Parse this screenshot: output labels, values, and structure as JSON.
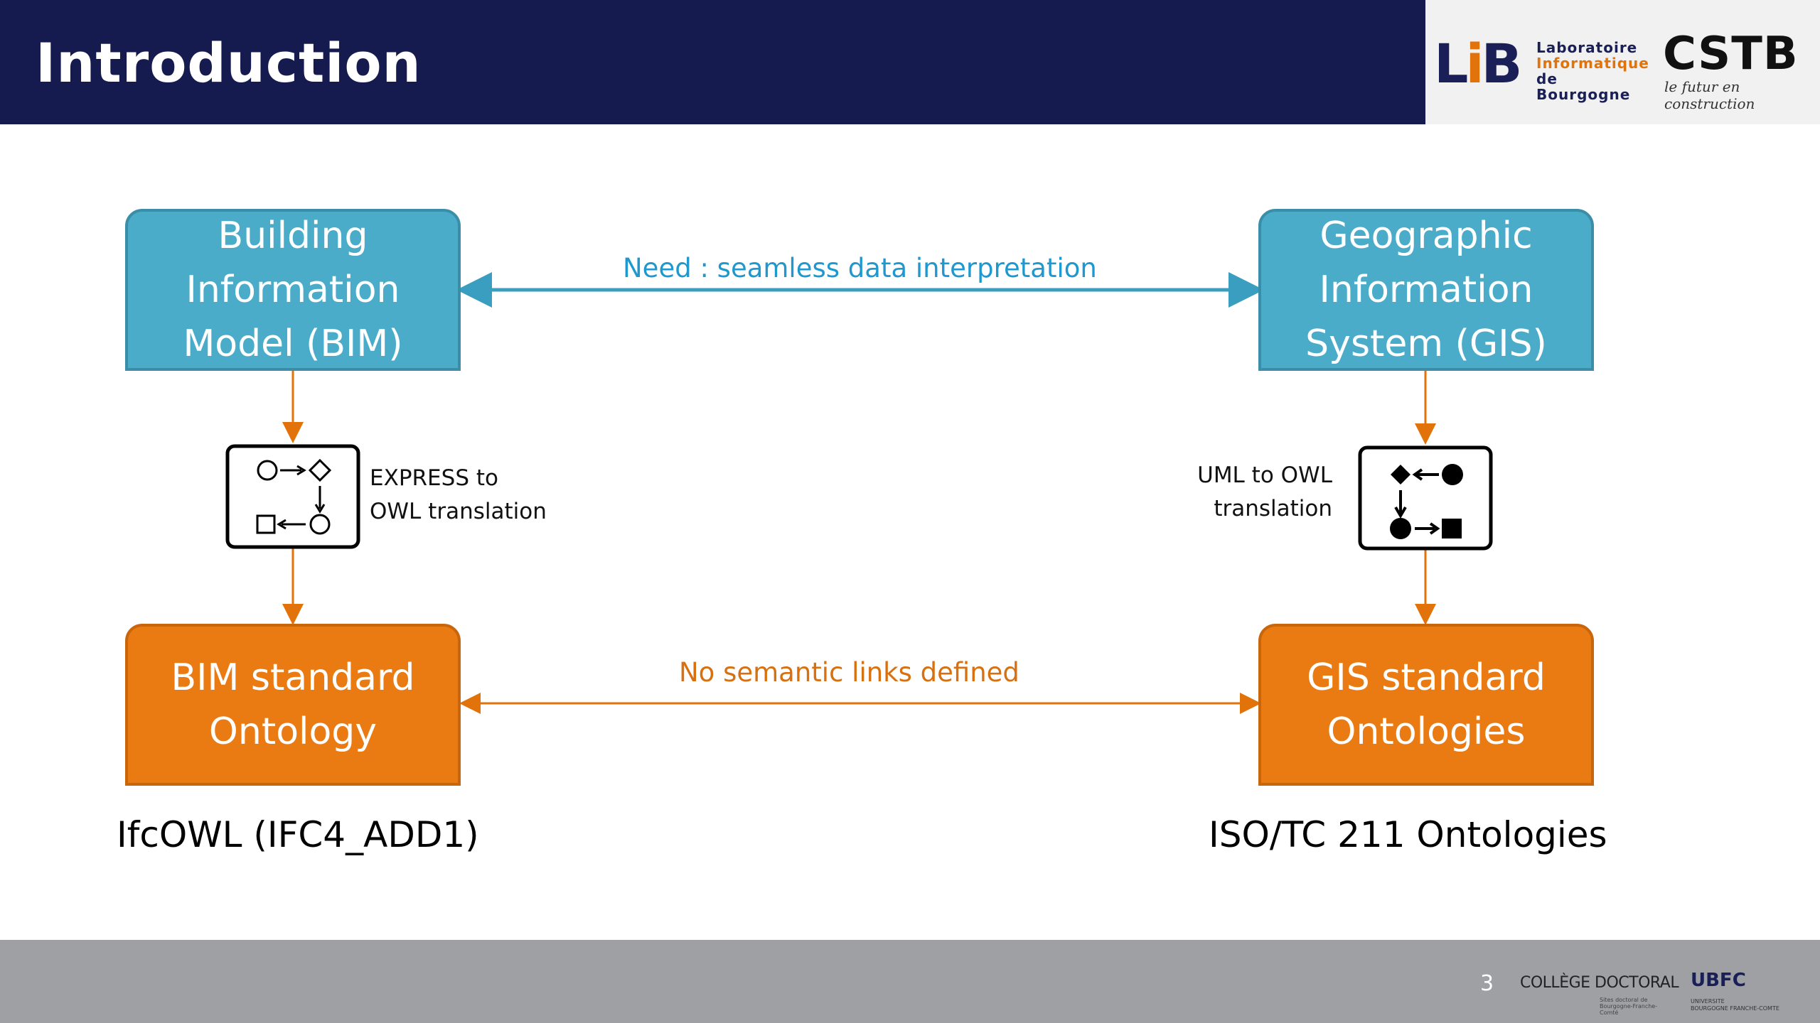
{
  "header": {
    "title": "Introduction",
    "logo_lib": {
      "mark_l": "L",
      "mark_i": "i",
      "mark_b": "B",
      "line1": "Laboratoire",
      "line2": "Informatique",
      "line3": "de Bourgogne"
    },
    "logo_cstb": {
      "name": "CSTB",
      "tagline": "le futur en construction"
    }
  },
  "diagram": {
    "bim_box": [
      "Building",
      "Information",
      "Model (BIM)"
    ],
    "gis_box": [
      "Geographic",
      "Information",
      "System (GIS)"
    ],
    "need_label": "Need : seamless data interpretation",
    "express_label": [
      "EXPRESS to",
      "OWL translation"
    ],
    "uml_label": [
      "UML to OWL",
      "translation"
    ],
    "bim_ontology_box": [
      "BIM standard",
      "Ontology"
    ],
    "gis_ontology_box": [
      "GIS standard",
      "Ontologies"
    ],
    "no_links_label": "No semantic links defined",
    "bim_ontology_name": "IfcOWL (IFC4_ADD1)",
    "gis_ontology_name": "ISO/TC 211 Ontologies",
    "colors": {
      "blue": "#4aacc9",
      "orange": "#ea7a12",
      "blue_text": "#1e98cf",
      "orange_text": "#d9700f"
    }
  },
  "footer": {
    "page_number": "3",
    "college": "COLLÈGE DOCTORAL",
    "college_sub": "Sites doctoral de Bourgogne-Franche-Comté",
    "ubfc": "UBFC",
    "ubfc_sub": [
      "UNIVERSITE",
      "BOURGOGNE FRANCHE-COMTE"
    ]
  }
}
